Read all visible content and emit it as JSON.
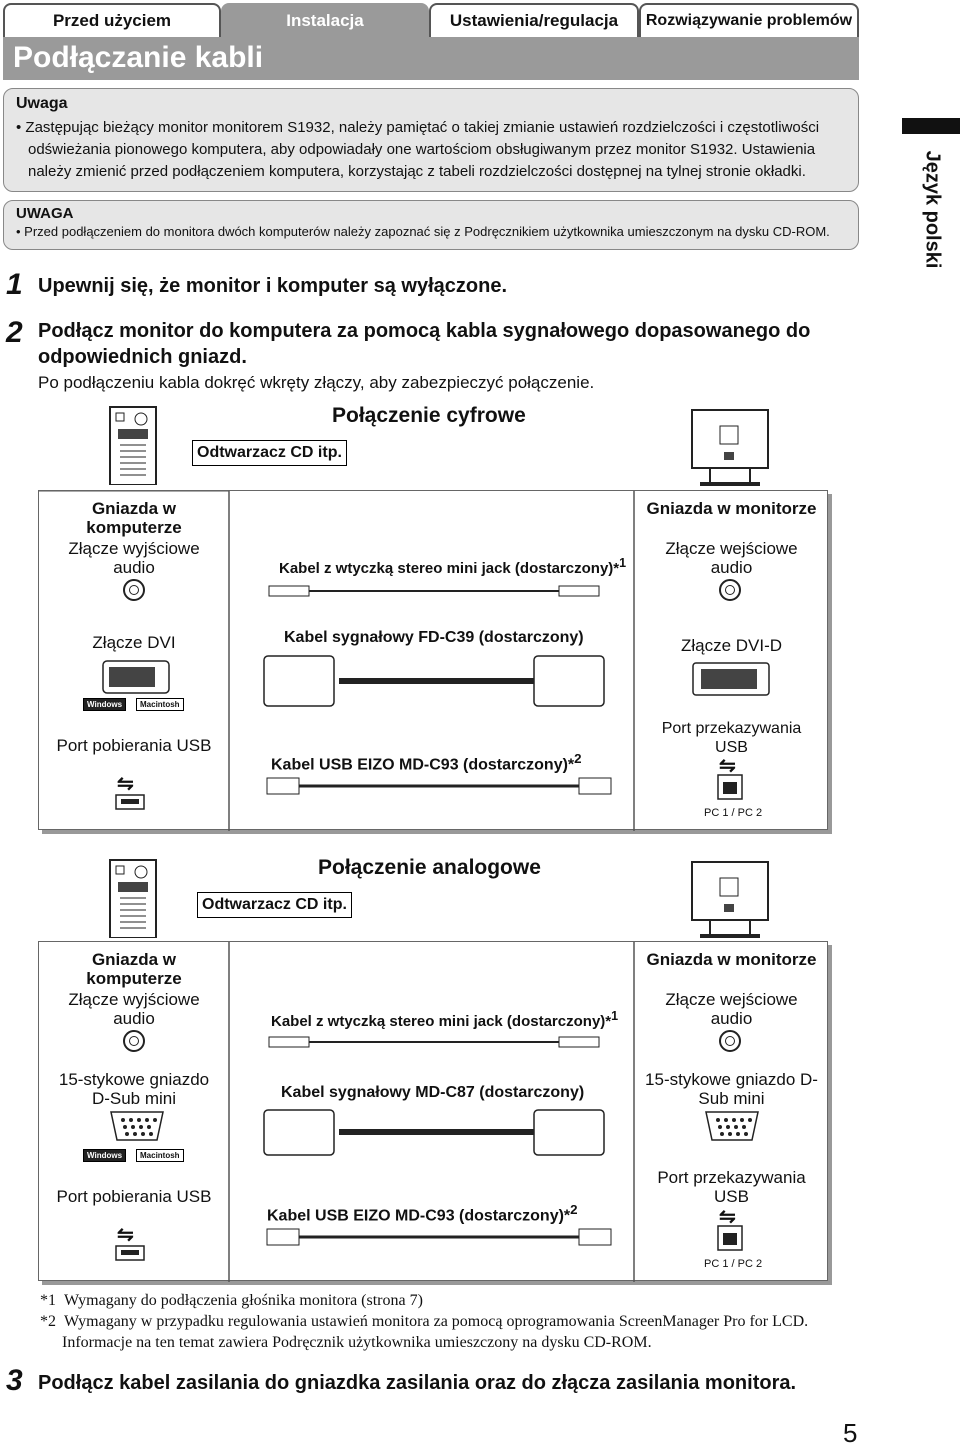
{
  "tabs": [
    "Przed użyciem",
    "Instalacja",
    "Ustawienia/regulacja",
    "Rozwiązywanie problemów"
  ],
  "page_title": "Podłączanie kabli",
  "side_label": "Język polski",
  "note1": {
    "title": "Uwaga",
    "text": "Zastępując bieżący monitor monitorem S1932, należy pamiętać o takiej zmianie ustawień rozdzielczości i częstotliwości odświeżania pionowego komputera, aby odpowiadały one wartościom obsługiwanym przez monitor S1932. Ustawienia należy zmienić przed podłączeniem komputera, korzystając z tabeli rozdzielczości dostępnej na tylnej stronie okładki."
  },
  "note2": {
    "title": "UWAGA",
    "text": "Przed podłączeniem do monitora dwóch komputerów należy zapoznać się z Podręcznikiem użytkownika umieszczonym na dysku CD-ROM."
  },
  "steps": [
    {
      "num": "1",
      "text": "Upewnij się, że monitor i komputer są wyłączone."
    },
    {
      "num": "2",
      "text": "Podłącz monitor do komputera za pomocą kabla sygnałowego dopasowanego do odpowiednich gniazd.",
      "sub": "Po podłączeniu kabla dokręć wkręty złączy, aby zabezpieczyć połączenie."
    },
    {
      "num": "3",
      "text": "Podłącz kabel zasilania do gniazdka zasilania oraz do złącza zasilania monitora."
    }
  ],
  "digital": {
    "title": "Połączenie cyfrowe",
    "cd": "Odtwarzacz CD itp.",
    "left_head": "Gniazda w komputerze",
    "left_audio": "Złącze wyjściowe audio",
    "left_video": "Złącze DVI",
    "left_usb": "Port pobierania USB",
    "right_head": "Gniazda w monitorze",
    "right_audio": "Złącze wejściowe audio",
    "right_video": "Złącze DVI-D",
    "right_usb": "Port przekazywania USB",
    "cable_audio": "Kabel z wtyczką stereo mini jack (dostarczony)*",
    "cable_video": "Kabel sygnałowy FD-C39 (dostarczony)",
    "cable_usb": "Kabel USB EIZO MD-C93 (dostarczony)*",
    "pc_label": "PC 1 / PC 2"
  },
  "analog": {
    "title": "Połączenie analogowe",
    "cd": "Odtwarzacz CD itp.",
    "left_head": "Gniazda w komputerze",
    "left_audio": "Złącze wyjściowe audio",
    "left_video": "15-stykowe gniazdo D-Sub mini",
    "left_usb": "Port pobierania USB",
    "right_head": "Gniazda w monitorze",
    "right_audio": "Złącze wejściowe audio",
    "right_video": "15-stykowe gniazdo D-Sub mini",
    "right_usb": "Port przekazywania USB",
    "cable_audio": "Kabel z wtyczką stereo mini jack (dostarczony)*",
    "cable_video": "Kabel sygnałowy MD-C87 (dostarczony)",
    "cable_usb": "Kabel USB EIZO MD-C93 (dostarczony)*",
    "pc_label": "PC 1 / PC 2"
  },
  "badges": [
    "Windows",
    "Macintosh"
  ],
  "sup": [
    "1",
    "2"
  ],
  "footnotes": [
    {
      "mark": "*1",
      "text": "Wymagany do podłączenia głośnika monitora (strona 7)"
    },
    {
      "mark": "*2",
      "text": "Wymagany w przypadku regulowania ustawień monitora za pomocą oprogramowania ScreenManager Pro for LCD. Informacje na ten temat zawiera Podręcznik użytkownika umieszczony na dysku CD-ROM."
    }
  ],
  "page_number": "5"
}
